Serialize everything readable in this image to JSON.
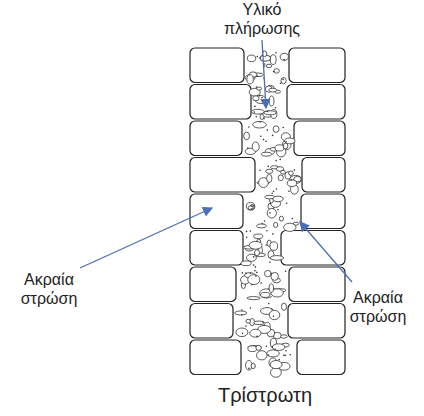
{
  "diagram": {
    "caption": "Τρίστρωτη",
    "labels": [
      "Υλικό πλήρωσης",
      "Ακραία στρώση",
      "Ακραία στρώση"
    ]
  }
}
